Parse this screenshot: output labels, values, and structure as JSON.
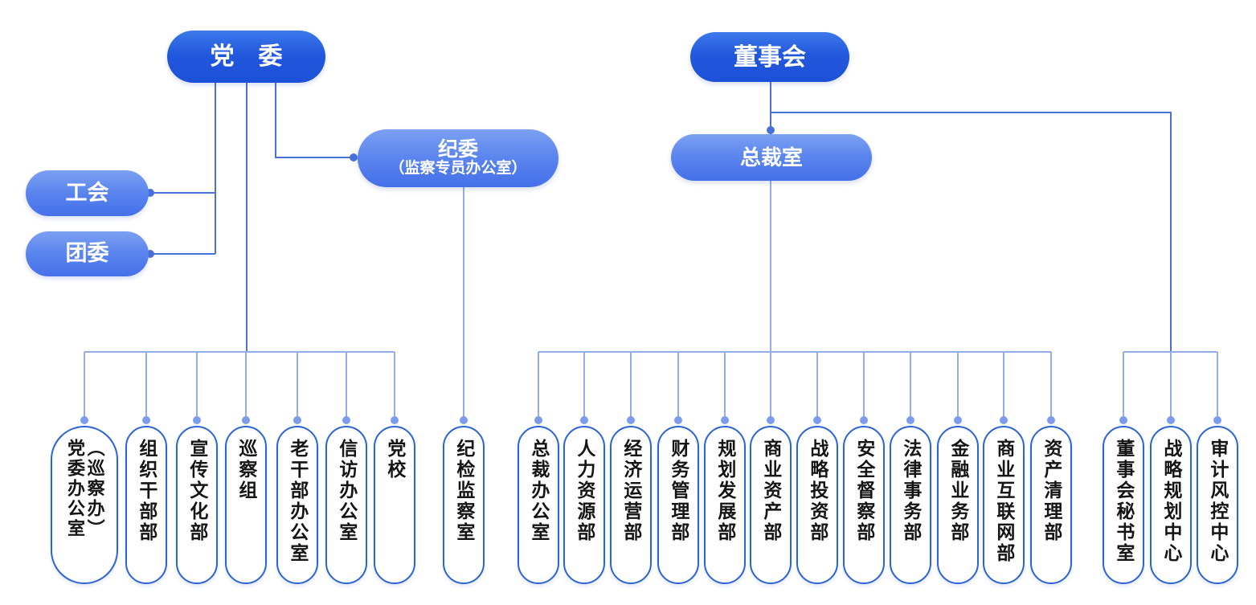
{
  "nodes": {
    "party_committee": {
      "label": "党　委"
    },
    "labor_union": {
      "label": "工会"
    },
    "youth_league": {
      "label": "团委"
    },
    "discipline_committee": {
      "line1": "纪委",
      "line2": "（监察专员办公室）"
    },
    "board_of_directors": {
      "label": "董事会"
    },
    "president_office": {
      "label": "总裁室"
    }
  },
  "departments": {
    "party_committee": [
      {
        "label": "党委办公室",
        "label2": "（巡察办）"
      },
      {
        "label": "组织干部部"
      },
      {
        "label": "宣传文化部"
      },
      {
        "label": "巡察组"
      },
      {
        "label": "老干部办公室"
      },
      {
        "label": "信访办公室"
      },
      {
        "label": "党校"
      }
    ],
    "discipline_committee": [
      {
        "label": "纪检监察室"
      }
    ],
    "president_office": [
      {
        "label": "总裁办公室"
      },
      {
        "label": "人力资源部"
      },
      {
        "label": "经济运营部"
      },
      {
        "label": "财务管理部"
      },
      {
        "label": "规划发展部"
      },
      {
        "label": "商业资产部"
      },
      {
        "label": "战略投资部"
      },
      {
        "label": "安全督察部"
      },
      {
        "label": "法律事务部"
      },
      {
        "label": "金融业务部"
      },
      {
        "label": "商业互联网部"
      },
      {
        "label": "资产清理部"
      }
    ],
    "board_of_directors": [
      {
        "label": "董事会秘书室"
      },
      {
        "label": "战略规划中心"
      },
      {
        "label": "审计风控中心"
      }
    ]
  },
  "colors": {
    "node_dark_top": "#3D79EA",
    "node_dark_bottom": "#1C50D8",
    "node_light_top": "#7BA0F2",
    "node_light_bottom": "#4570E9",
    "pill_border": "#2B63D9",
    "line_dark": "#4A71D8",
    "line_light": "#92ACEC",
    "dot_light": "#7E9CEC",
    "text_dark": "#151515",
    "text_light": "#FFFFFF"
  }
}
